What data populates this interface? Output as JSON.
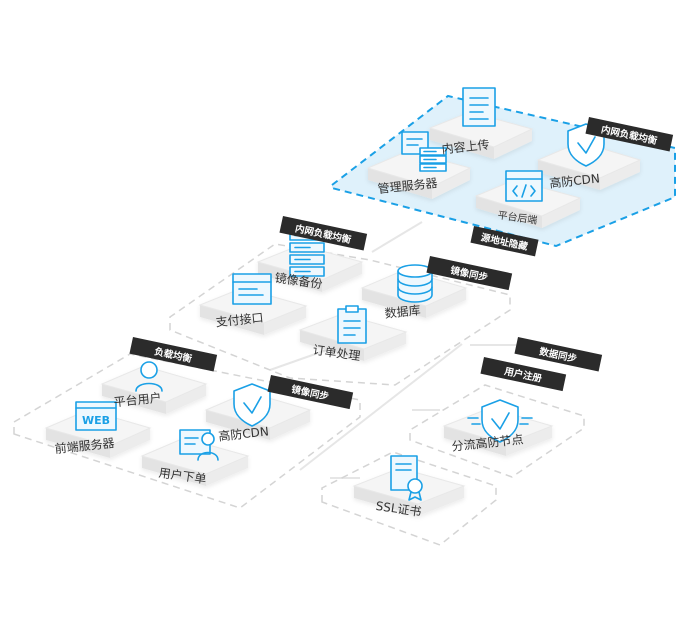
{
  "colors": {
    "accent": "#1aa0e6",
    "zone_fill": "#dff1fb",
    "tag_bg": "#2b2b2b",
    "tile_top": "#f5f5f5",
    "tile_side": "#e3e3e3",
    "dash_gray": "#d0d0d0"
  },
  "tags": [
    {
      "id": "tag-top-lb",
      "text": "内网负载均衡"
    },
    {
      "id": "tag-src-hide",
      "text": "源地址隐藏"
    },
    {
      "id": "tag-mid-lb",
      "text": "内网负载均衡"
    },
    {
      "id": "tag-mirror-1",
      "text": "镜像同步"
    },
    {
      "id": "tag-lb",
      "text": "负载均衡"
    },
    {
      "id": "tag-mirror-2",
      "text": "镜像同步"
    },
    {
      "id": "tag-data-sync",
      "text": "数据同步"
    },
    {
      "id": "tag-user-reg",
      "text": "用户注册"
    }
  ],
  "nodes": [
    {
      "id": "content-upload",
      "label": "内容上传",
      "icon": "document-icon"
    },
    {
      "id": "mgmt-server",
      "label": "管理服务器",
      "icon": "server-window-icon"
    },
    {
      "id": "cdn-top",
      "label": "高防CDN",
      "icon": "shield-check-icon"
    },
    {
      "id": "platform-backend",
      "label": "平台后端",
      "icon": "code-window-icon"
    },
    {
      "id": "mirror-backup",
      "label": "镜像备份",
      "icon": "server-stack-icon"
    },
    {
      "id": "database",
      "label": "数据库",
      "icon": "database-icon"
    },
    {
      "id": "payment",
      "label": "支付接口",
      "icon": "window-icon"
    },
    {
      "id": "order",
      "label": "订单处理",
      "icon": "clipboard-icon"
    },
    {
      "id": "platform-user",
      "label": "平台用户",
      "icon": "user-icon"
    },
    {
      "id": "cdn-low",
      "label": "高防CDN",
      "icon": "shield-check-icon"
    },
    {
      "id": "frontend",
      "label": "前端服务器",
      "icon": "web-monitor-icon",
      "icon_text": "WEB"
    },
    {
      "id": "user-order",
      "label": "用户下单",
      "icon": "user-card-icon"
    },
    {
      "id": "split-node",
      "label": "分流高防节点",
      "icon": "shield-split-icon"
    },
    {
      "id": "ssl-cert",
      "label": "SSL证书",
      "icon": "certificate-icon"
    }
  ]
}
